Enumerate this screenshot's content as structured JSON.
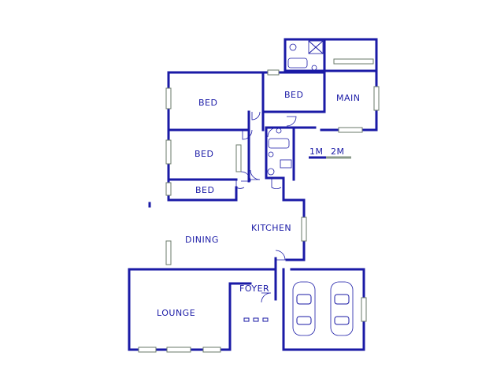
{
  "rooms": {
    "bed1": "BED",
    "bed2": "BED",
    "bed3": "BED",
    "bed4": "BED",
    "main": "MAIN",
    "dining": "DINING",
    "kitchen": "KITCHEN",
    "foyer": "FOYER",
    "lounge": "LOUNGE"
  },
  "scale": {
    "one": "1M",
    "two": "2M"
  },
  "colors": {
    "wall": "#1a1aa6",
    "window": "#6a7a6a"
  }
}
